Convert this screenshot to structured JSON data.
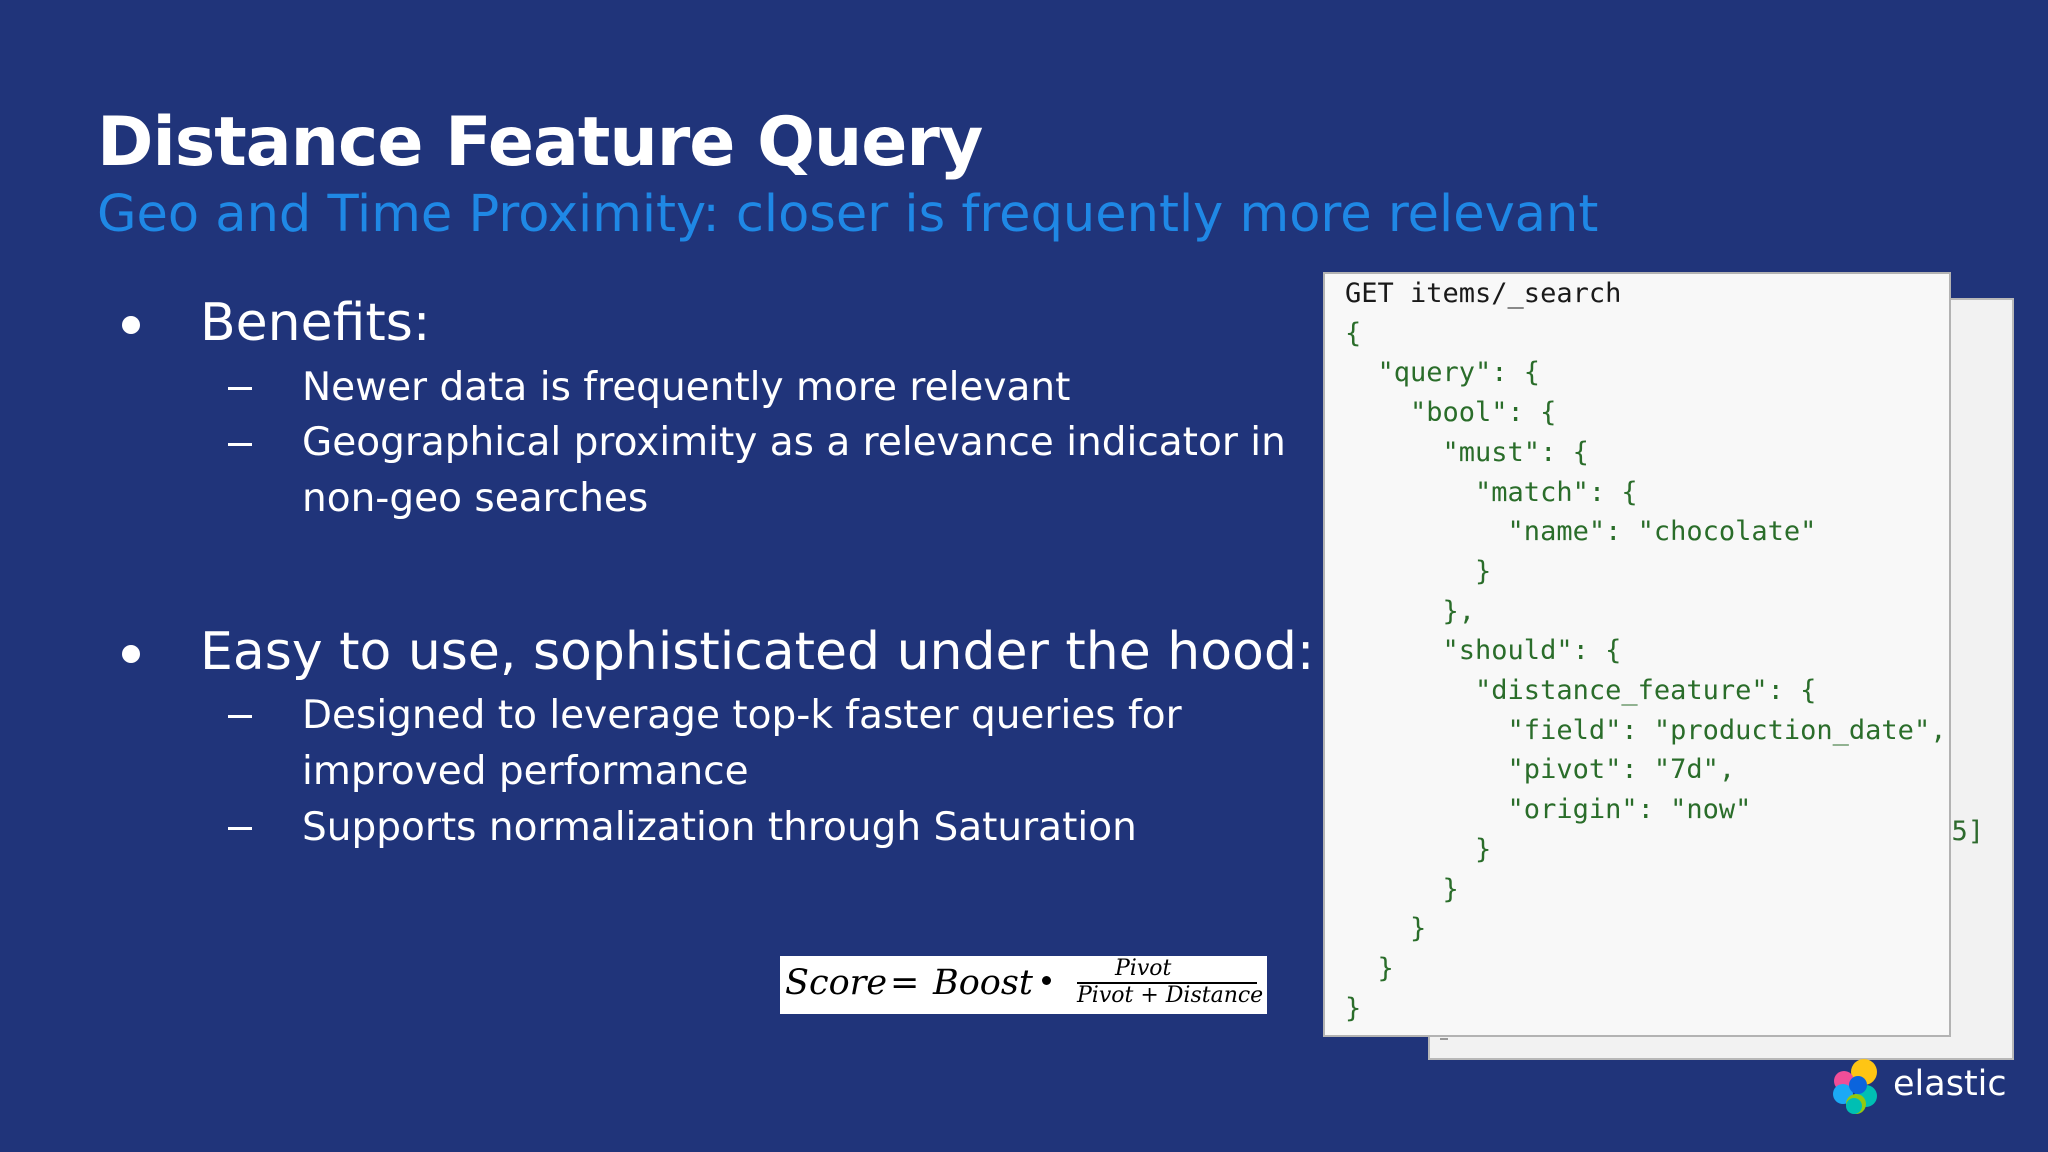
{
  "slide": {
    "title": "Distance Feature Query",
    "subtitle": "Geo and Time Proximity: closer is frequently more relevant"
  },
  "bullets": [
    {
      "text": "Benefits:",
      "sub": [
        {
          "lines": [
            "Newer data is frequently more relevant"
          ]
        },
        {
          "lines": [
            "Geographical proximity as a relevance indicator in",
            "non-geo searches"
          ]
        }
      ]
    },
    {
      "text": "Easy to use, sophisticated under the hood:",
      "sub": [
        {
          "lines": [
            "Designed to leverage top-k faster queries for",
            "improved performance"
          ]
        },
        {
          "lines": [
            "Supports normalization through Saturation"
          ]
        }
      ]
    }
  ],
  "formula": {
    "score": "Score",
    "equals": "=",
    "boost": "Boost",
    "numerator": "Pivot",
    "denominator": "Pivot + Distance"
  },
  "code_card": {
    "request_line": "GET items/_search",
    "body": "{\n  \"query\": {\n    \"bool\": {\n      \"must\": {\n        \"match\": {\n          \"name\": \"chocolate\"\n        }\n      },\n      \"should\": {\n        \"distance_feature\": {\n          \"field\": \"production_date\",\n          \"pivot\": \"7d\",\n          \"origin\": \"now\"\n        }\n      }\n    }\n  }\n}",
    "back_card_fragment": ".5]"
  },
  "branding": {
    "logo_text": "elastic",
    "logo_icon": "elastic-logo-icon"
  },
  "colors": {
    "background": "#20347a",
    "subtitle": "#1f88e5",
    "code_text": "#2a6d2a"
  }
}
